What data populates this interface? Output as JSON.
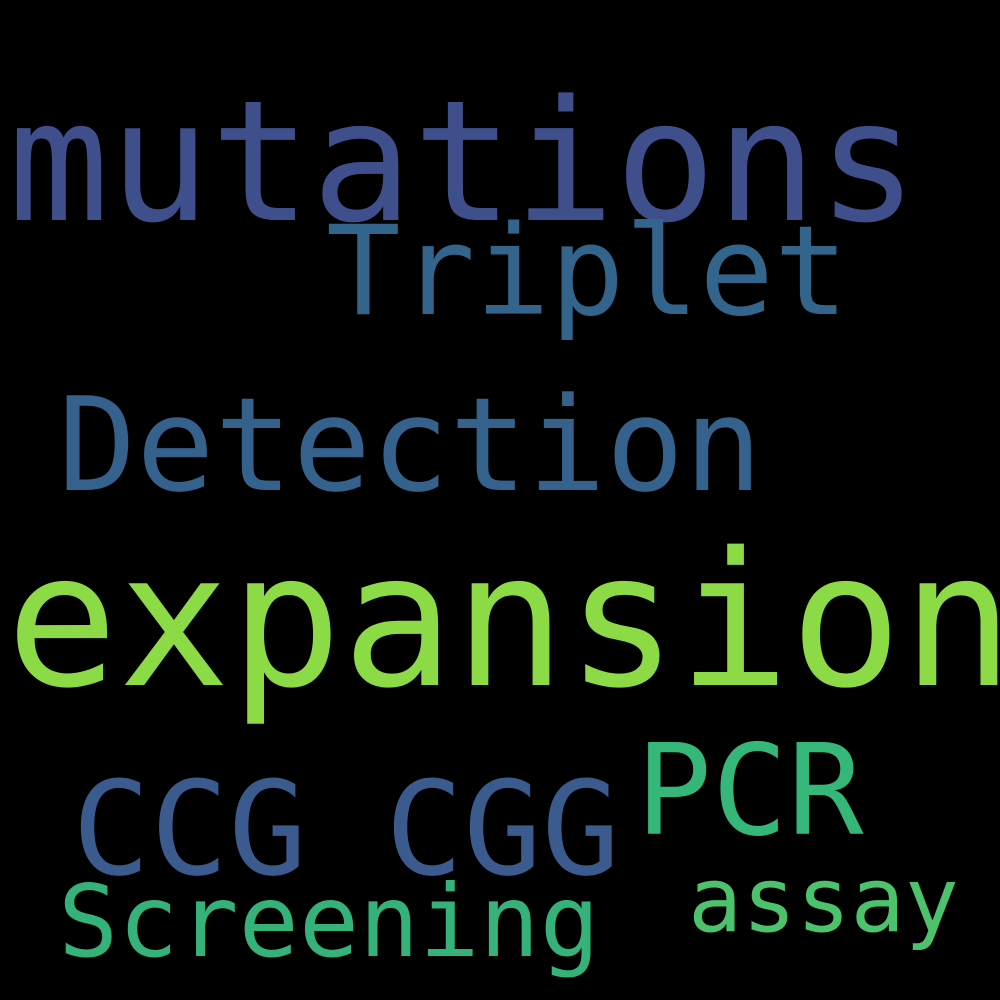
{
  "words": [
    {
      "id": "mutations",
      "text": "mutations",
      "color": "#3e4f8c"
    },
    {
      "id": "triplet",
      "text": "Triplet",
      "color": "#33648c"
    },
    {
      "id": "detection",
      "text": "Detection",
      "color": "#35618d"
    },
    {
      "id": "expansion",
      "text": "expansion",
      "color": "#8cda45"
    },
    {
      "id": "pcr",
      "text": "PCR",
      "color": "#35b779"
    },
    {
      "id": "ccg_cgg",
      "text": "CCG CGG",
      "color": "#3b5a8e"
    },
    {
      "id": "screening",
      "text": "Screening",
      "color": "#34b27a"
    },
    {
      "id": "assay",
      "text": "assay",
      "color": "#4cc26c"
    }
  ]
}
